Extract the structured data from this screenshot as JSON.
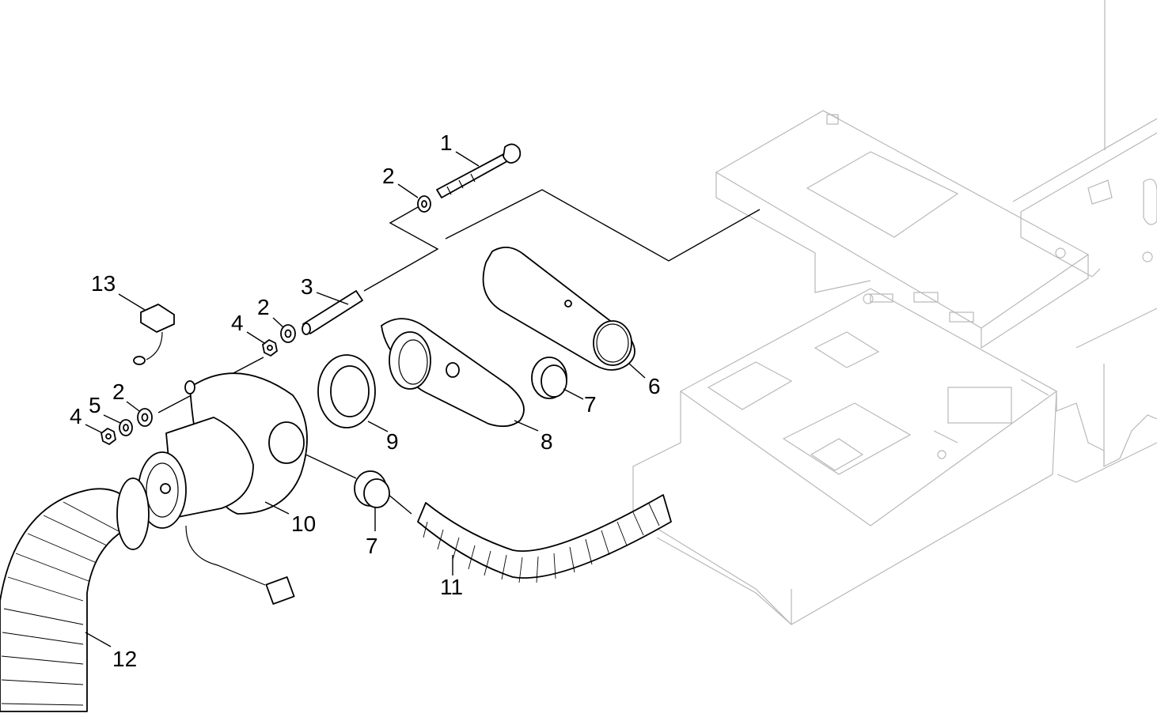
{
  "callouts": {
    "c1": "1",
    "c2a": "2",
    "c2b": "2",
    "c2c": "2",
    "c3": "3",
    "c4a": "4",
    "c4b": "4",
    "c5": "5",
    "c6": "6",
    "c7a": "7",
    "c7b": "7",
    "c8": "8",
    "c9": "9",
    "c10": "10",
    "c11": "11",
    "c12": "12",
    "c13": "13"
  }
}
